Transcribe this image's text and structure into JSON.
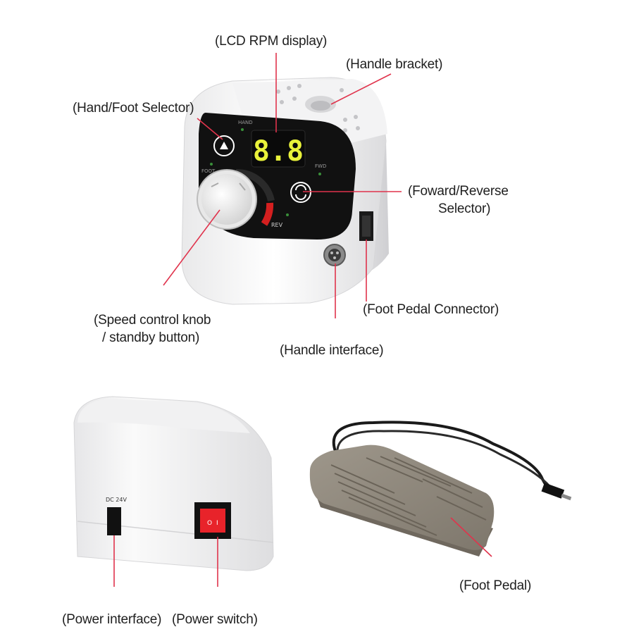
{
  "labels": {
    "lcd_rpm_display": "(LCD RPM display)",
    "handle_bracket": "(Handle bracket)",
    "hand_foot_selector": "(Hand/Foot Selector)",
    "forward_reverse_line1": "(Foward/Reverse",
    "forward_reverse_line2": "Selector)",
    "speed_knob_line1": "(Speed control knob",
    "speed_knob_line2": "/ standby button)",
    "foot_pedal_connector": "(Foot Pedal Connector)",
    "handle_interface": "(Handle interface)",
    "power_interface": "(Power interface)",
    "power_switch": "(Power switch)",
    "foot_pedal": "(Foot Pedal)"
  },
  "panel": {
    "lcd_value": "8.8",
    "hand": "HAND",
    "foot": "FOOT",
    "fwd": "FWD",
    "rev": "REV",
    "dc_label": "DC 24V",
    "switch_off": "O",
    "switch_on": "I"
  },
  "colors": {
    "leader_line": "#e0334c",
    "lcd_digits": "#e9f23a",
    "control_panel": "#111111",
    "switch_red": "#e8232a",
    "pedal": "#8b8377"
  }
}
